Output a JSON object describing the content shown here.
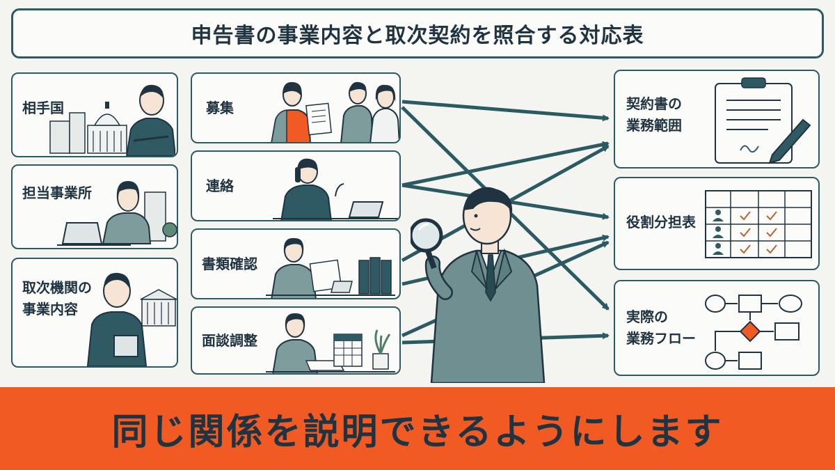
{
  "title": "申告書の事業内容と取次契約を照合する対応表",
  "left_column": [
    {
      "id": "country",
      "label": "相手国"
    },
    {
      "id": "office",
      "label": "担当事業所"
    },
    {
      "id": "agency",
      "label": "取次機関の\n事業内容"
    }
  ],
  "middle_column": [
    {
      "id": "recruit",
      "label": "募集"
    },
    {
      "id": "contact",
      "label": "連絡"
    },
    {
      "id": "docs",
      "label": "書類確認"
    },
    {
      "id": "interview",
      "label": "面談調整"
    }
  ],
  "right_column": [
    {
      "id": "scope",
      "label": "契約書の\n業務範囲"
    },
    {
      "id": "roles",
      "label": "役割分担表"
    },
    {
      "id": "flow",
      "label": "実際の\n業務フロー"
    }
  ],
  "connections": [
    {
      "from": "recruit",
      "to": "scope"
    },
    {
      "from": "recruit",
      "to": "flow"
    },
    {
      "from": "contact",
      "to": "scope"
    },
    {
      "from": "contact",
      "to": "roles"
    },
    {
      "from": "docs",
      "to": "scope"
    },
    {
      "from": "docs",
      "to": "roles"
    },
    {
      "from": "interview",
      "to": "flow"
    },
    {
      "from": "interview",
      "to": "roles"
    }
  ],
  "footer": "同じ関係を説明できるようにします",
  "colors": {
    "accent": "#2c5a63",
    "footer": "#f25a24",
    "text": "#1f3340",
    "check": "#b5652d"
  }
}
